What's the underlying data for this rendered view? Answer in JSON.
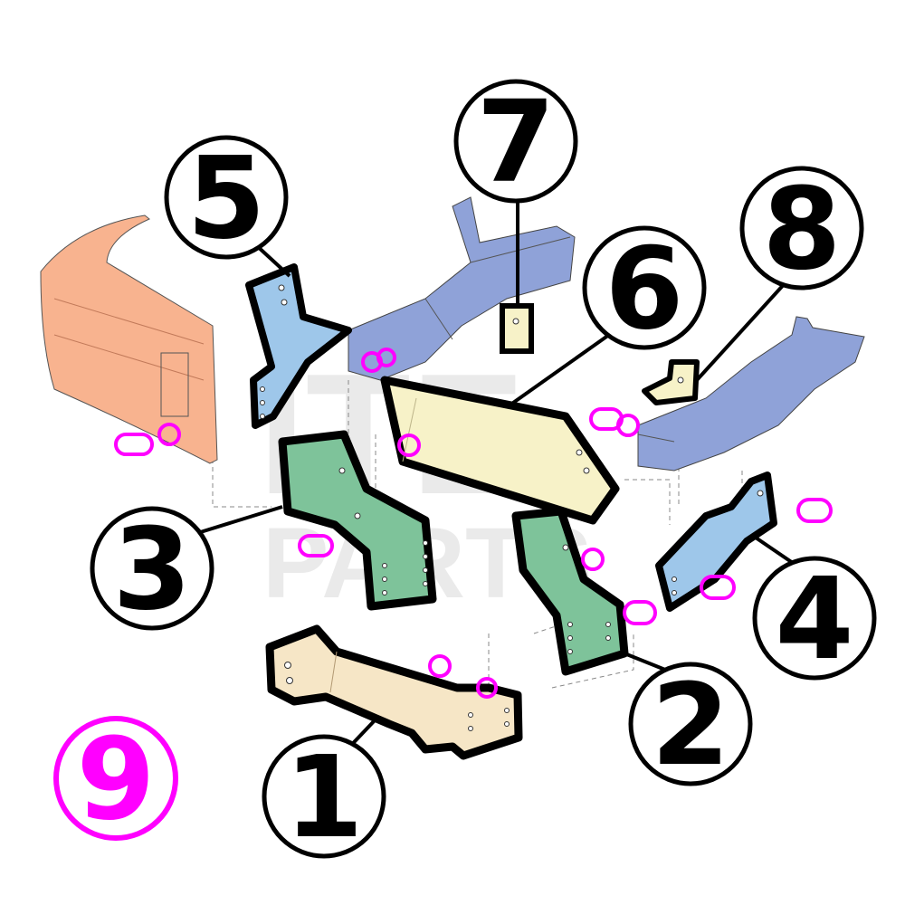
{
  "watermark": {
    "line1": "ITE",
    "line2": "PARTS"
  },
  "colors": {
    "bumper": "#f8b38f",
    "frame": "#8fa2d8",
    "bracket_blue": "#9ec7ea",
    "bracket_green": "#7ec39a",
    "crossbar": "#f7f2c8",
    "receiver": "#f6e6c6",
    "hardware": "#ff00ff",
    "callout_line": "#000000"
  },
  "callouts": [
    {
      "id": "1",
      "label": "1"
    },
    {
      "id": "2",
      "label": "2"
    },
    {
      "id": "3",
      "label": "3"
    },
    {
      "id": "4",
      "label": "4"
    },
    {
      "id": "5",
      "label": "5"
    },
    {
      "id": "6",
      "label": "6"
    },
    {
      "id": "7",
      "label": "7"
    },
    {
      "id": "8",
      "label": "8"
    }
  ],
  "hardware_callout": {
    "label": "9"
  }
}
